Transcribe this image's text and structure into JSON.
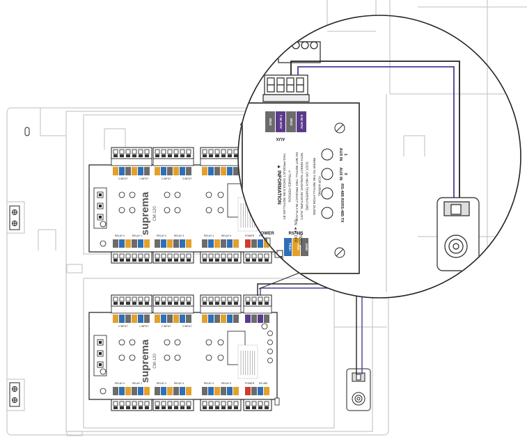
{
  "brand": "suprema",
  "model": "CM-120",
  "zoom": {
    "aux_title": "AUX",
    "aux_pins": [
      "GND",
      "AUX IN 1",
      "GND",
      "AUX IN 0"
    ],
    "info_title": "INFORMATION",
    "info_lines": [
      "THIS PRODUCT SHOULD BE INSTALLED BY",
      "A TRAINED PERSON.",
      "DO NOT INSTALL THIS PRODUCT IN A PLACE",
      "WITH DIRECT SUNLIGHT, MOISTURE, DUST,",
      "SOOT, OR HIGH TEMPERATURE.",
      "REFER TO THE INSTALLATION GUIDE",
      "FOR WIRING."
    ],
    "led_labels": [
      "AUX IN 1",
      "AUX IN 0",
      "RS-485 RX",
      "RS-485 TX"
    ],
    "power_label": "POWER",
    "rs485_label": "RS-485",
    "rs485_pins": [
      "TRX+",
      "TRX-",
      "GND"
    ],
    "switch_label": "ON ◄► OFF",
    "termination_label": "TERM"
  },
  "module_labels": {
    "relay": [
      "RELAY 0",
      "RELAY 1",
      "RELAY 2",
      "RELAY 3",
      "RELAY 4",
      "RELAY 5"
    ],
    "input": [
      "0 INPUT",
      "1 INPUT",
      "2 INPUT",
      "3 INPUT"
    ],
    "small_power": "POWER",
    "small_rs485": "RS-485"
  },
  "colors": {
    "line": "#1a1a1a",
    "aux_purple": "#5b3a8c",
    "rs485_blue": "#2f6fb5",
    "orange": "#e3a02a",
    "red": "#d23a2a",
    "gray_block": "#6b6b6b",
    "panel_outline": "#c9c9c9",
    "wire_purple": "#4a3a9a"
  }
}
